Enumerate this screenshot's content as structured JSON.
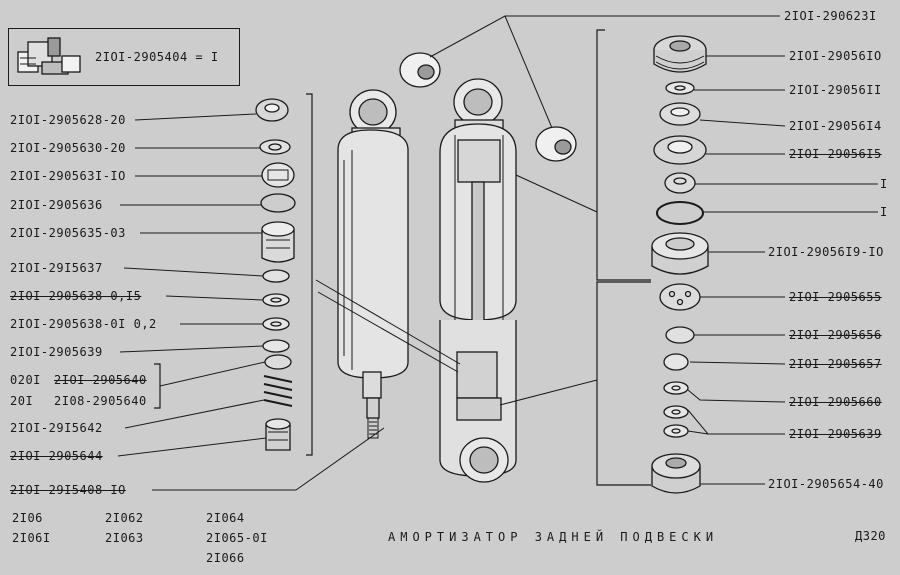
{
  "kit": {
    "code_line": "2IOI-2905404 = I",
    "icon": "parts-kit-icon"
  },
  "left_labels": [
    "2IOI-2905628-20",
    "2IOI-2905630-20",
    "2IOI-290563I-IO",
    "2IOI-2905636",
    "2IOI-2905635-03",
    "2IOI-29I5637",
    "2IOI-2905638 0,I5",
    "2IOI-2905638-0I 0,2",
    "2IOI-2905639",
    "020I",
    "2IOI-2905640",
    "20I",
    "2I08-2905640",
    "2IOI-29I5642",
    "2IOI-2905644",
    "2IOI-29I5408-IO"
  ],
  "top_label": "2IOI-290623I",
  "right_labels": [
    "2IOI-29056IO",
    "2IOI-29056II",
    "2IOI-29056I4",
    "2IOI-29056I5",
    "I",
    "I",
    "2IOI-29056I9-IO",
    "2IOI-2905655",
    "2IOI-2905656",
    "2IOI-2905657",
    "2IOI-2905660",
    "2IOI-2905639",
    "2IOI-2905654-40"
  ],
  "models": [
    "2I06",
    "2I06I",
    "2I062",
    "2I063",
    "2I064",
    "2I065-0I",
    "2I066"
  ],
  "title": "АМОРТИЗАТОР ЗАДНЕЙ ПОДВЕСКИ",
  "page_code": "Д320"
}
